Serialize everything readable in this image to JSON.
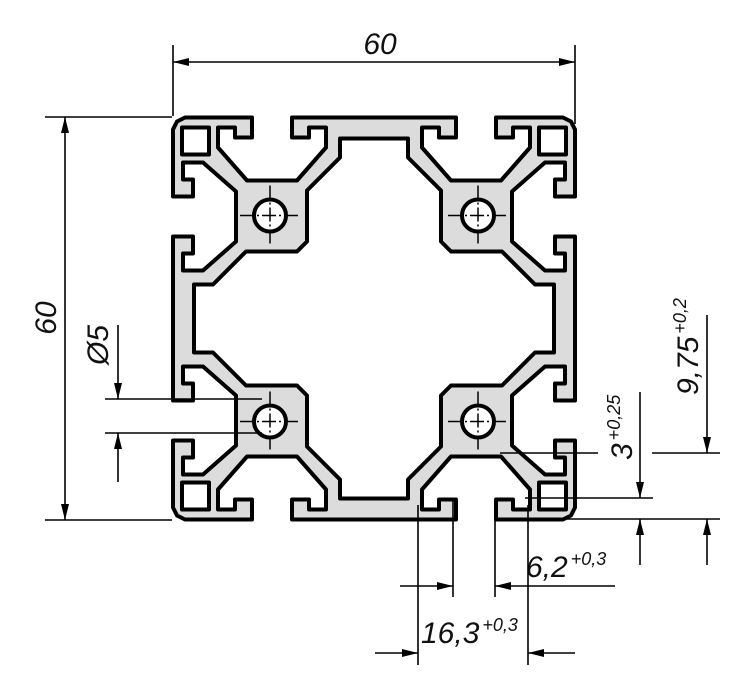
{
  "drawing": {
    "title": "Aluminium profile 60x60 cross-section",
    "dimensions": {
      "width": {
        "value": "60"
      },
      "height": {
        "value": "60"
      },
      "bore": {
        "value": "Ø5"
      },
      "slot_depth_lip": {
        "value": "3",
        "tolerance": "+0,25"
      },
      "slot_depth": {
        "value": "9,75",
        "tolerance": "+0,2"
      },
      "slot_opening": {
        "value": "6,2",
        "tolerance": "+0,3"
      },
      "slot_width": {
        "value": "16,3",
        "tolerance": "+0,3"
      }
    },
    "colors": {
      "profile_fill": "#dcdcdc",
      "outline": "#000000"
    }
  }
}
